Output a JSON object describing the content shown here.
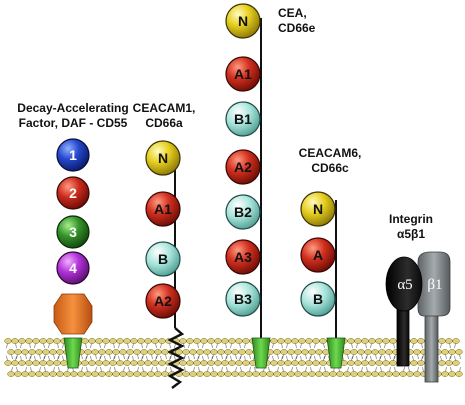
{
  "colors": {
    "domain_N": "#e6cf1e",
    "domain_A": "#c8281b",
    "domain_B": "#9fe0d5",
    "daf_1": "#2144c8",
    "daf_2": "#c82a1d",
    "daf_3": "#34902a",
    "daf_4": "#b231d8",
    "daf_stalk": "#ee7b2d",
    "anchor": "#55c63a",
    "membrane_head": "#ddd07a",
    "integrin_dark": "#1a1a1a",
    "integrin_grey": "#8c9294"
  },
  "molecules": {
    "daf": {
      "label_lines": [
        "Decay-Accelerating",
        "Factor, DAF - CD55"
      ],
      "domains": [
        "1",
        "2",
        "3",
        "4"
      ]
    },
    "ceacam1": {
      "label_lines": [
        "CEACAM1,",
        "CD66a"
      ],
      "domains": [
        "N",
        "A1",
        "B",
        "A2"
      ]
    },
    "cea": {
      "label_lines": [
        "CEA,",
        "CD66e"
      ],
      "domains": [
        "N",
        "A1",
        "B1",
        "A2",
        "B2",
        "A3",
        "B3"
      ]
    },
    "ceacam6": {
      "label_lines": [
        "CEACAM6,",
        "CD66c"
      ],
      "domains": [
        "N",
        "A",
        "B"
      ]
    },
    "integrin": {
      "label_lines": [
        "Integrin",
        "α5β1"
      ],
      "subunits": [
        "α5",
        "β1"
      ]
    }
  }
}
